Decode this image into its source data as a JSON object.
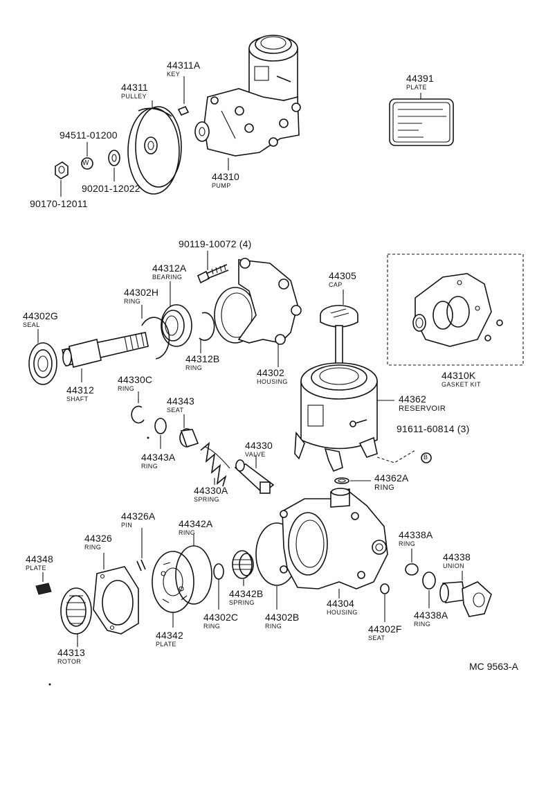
{
  "diagram_code": "MC 9563-A",
  "labels": {
    "p44311A": {
      "number": "44311A",
      "name": "KEY"
    },
    "p44311": {
      "number": "44311",
      "name": "PULLEY"
    },
    "p94511": {
      "number": "94511-01200",
      "name": ""
    },
    "p90201": {
      "number": "90201-12022",
      "name": ""
    },
    "p90170": {
      "number": "90170-12011",
      "name": ""
    },
    "p44310": {
      "number": "44310",
      "name": "PUMP"
    },
    "p44391": {
      "number": "44391",
      "name": "PLATE"
    },
    "p90119": {
      "number": "90119-10072 (4)",
      "name": ""
    },
    "p44312A": {
      "number": "44312A",
      "name": "BEARING"
    },
    "p44302H": {
      "number": "44302H",
      "name": "RING"
    },
    "p44302G": {
      "number": "44302G",
      "name": "SEAL"
    },
    "p44312": {
      "number": "44312",
      "name": "SHAFT"
    },
    "p44312B": {
      "number": "44312B",
      "name": "RING"
    },
    "p44302": {
      "number": "44302",
      "name": "HOUSING"
    },
    "p44305": {
      "number": "44305",
      "name": "CAP"
    },
    "p44310K": {
      "number": "44310K",
      "name": "GASKET KIT"
    },
    "p44330C": {
      "number": "44330C",
      "name": "RING"
    },
    "p44343": {
      "number": "44343",
      "name": "SEAT"
    },
    "p44362": {
      "number": "44362",
      "name": "RESERVOIR"
    },
    "p91611": {
      "number": "91611-60814 (3)",
      "name": ""
    },
    "p44343A": {
      "number": "44343A",
      "name": "RING"
    },
    "p44330": {
      "number": "44330",
      "name": "VALVE"
    },
    "p44330A": {
      "number": "44330A",
      "name": "SPRING"
    },
    "p44362A": {
      "number": "44362A",
      "name": "RING"
    },
    "p44326A": {
      "number": "44326A",
      "name": "PIN"
    },
    "p44342A": {
      "number": "44342A",
      "name": "RING"
    },
    "p44326": {
      "number": "44326",
      "name": "RING"
    },
    "p44348": {
      "number": "44348",
      "name": "PLATE"
    },
    "p44338A1": {
      "number": "44338A",
      "name": "RING"
    },
    "p44338": {
      "number": "44338",
      "name": "UNION"
    },
    "p44342B": {
      "number": "44342B",
      "name": "SPRING"
    },
    "p44302C": {
      "number": "44302C",
      "name": "RING"
    },
    "p44302B": {
      "number": "44302B",
      "name": "RING"
    },
    "p44304": {
      "number": "44304",
      "name": "HOUSING"
    },
    "p44338A2": {
      "number": "44338A",
      "name": "RING"
    },
    "p44302F": {
      "number": "44302F",
      "name": "SEAT"
    },
    "p44342": {
      "number": "44342",
      "name": "PLATE"
    },
    "p44313": {
      "number": "44313",
      "name": "ROTOR"
    }
  },
  "callouts": {
    "washer_mark": "W",
    "bolt_ref_mark": "B"
  }
}
